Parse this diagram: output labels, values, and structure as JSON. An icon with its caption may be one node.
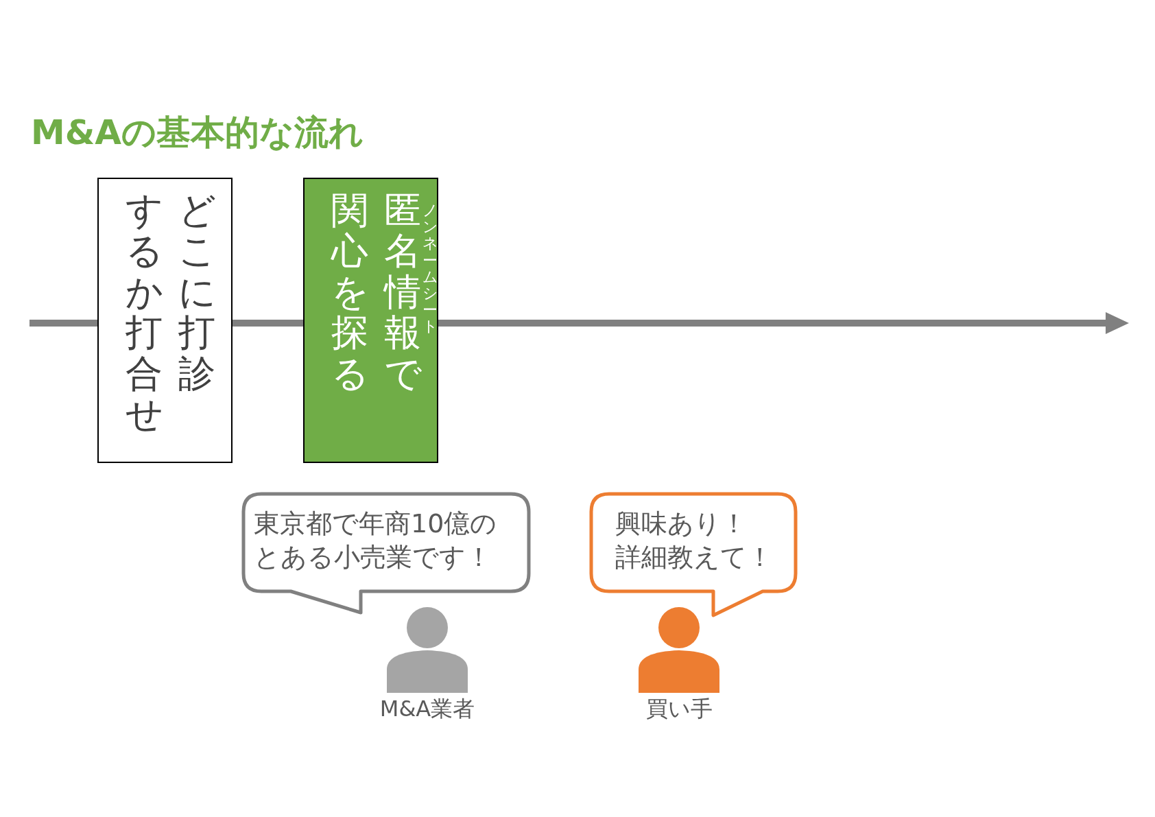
{
  "diagram": {
    "title": "M&Aの基本的な流れ",
    "nodes": [
      {
        "text": [
          "どこに打診するか打合せ"
        ]
      },
      {
        "text": [
          "匿名情報で関心を探る",
          "ノンネームシート"
        ]
      },
      {
        "text": [
          "東京都で年商10億のとある小売業です！"
        ]
      },
      {
        "text": [
          "興味あり！詳細教えて！"
        ]
      },
      {
        "text": [],
        "shape": "person",
        "beside": [
          "M&A業者"
        ]
      },
      {
        "text": [],
        "shape": "person",
        "beside": [
          "買い手"
        ]
      }
    ]
  }
}
